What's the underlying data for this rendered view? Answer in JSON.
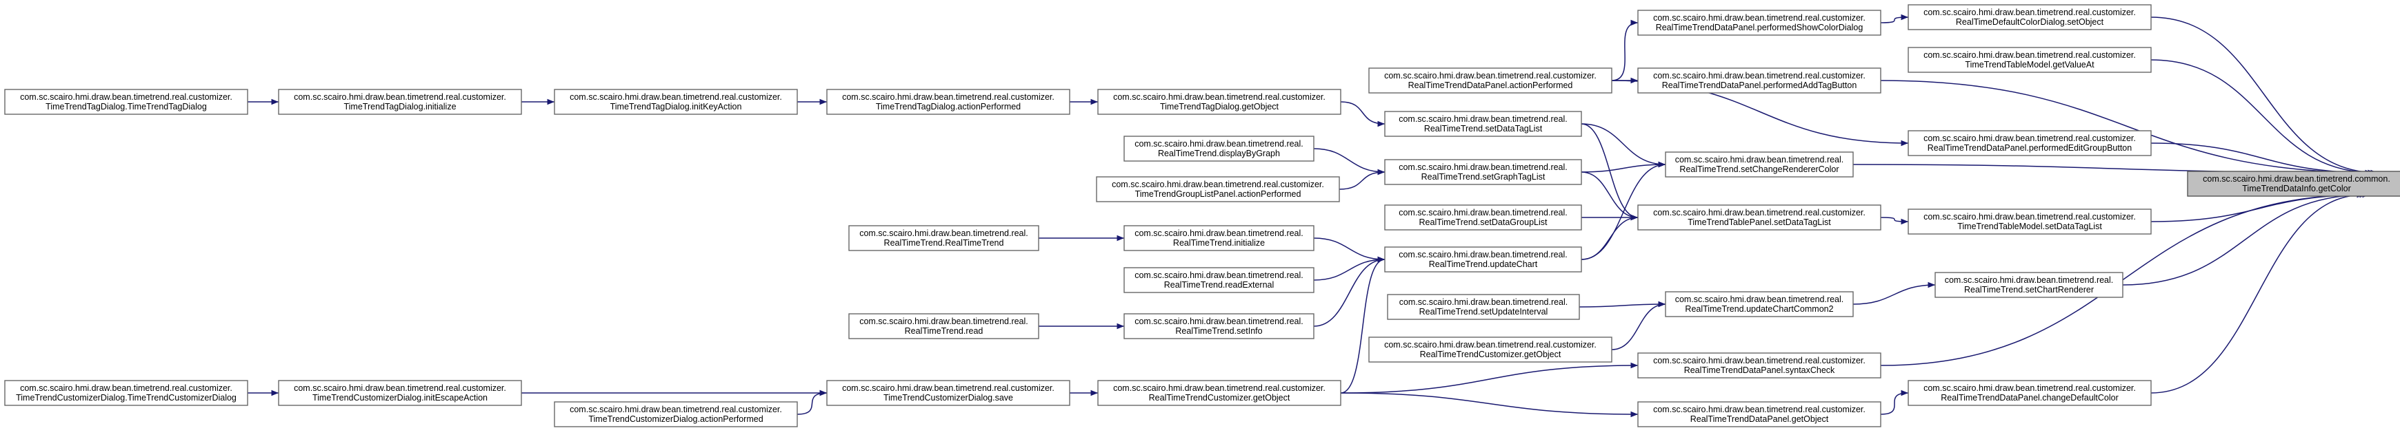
{
  "colors": {
    "edge": "#191970",
    "node_border": "#666666",
    "root_fill": "#bfbfbf"
  },
  "nodes": [
    {
      "id": "n0",
      "label": [
        "com.sc.scairo.hmi.draw.bean.timetrend.common.",
        "TimeTrendDataInfo.getColor"
      ],
      "root": true
    },
    {
      "id": "n1",
      "label": [
        "com.sc.scairo.hmi.draw.bean.timetrend.real.customizer.",
        "RealTimeDefaultColorDialog.setObject"
      ]
    },
    {
      "id": "n2",
      "label": [
        "com.sc.scairo.hmi.draw.bean.timetrend.real.customizer.",
        "TimeTrendTableModel.getValueAt"
      ]
    },
    {
      "id": "n3",
      "label": [
        "com.sc.scairo.hmi.draw.bean.timetrend.real.customizer.",
        "RealTimeTrendDataPanel.performedEditGroupButton"
      ]
    },
    {
      "id": "n4",
      "label": [
        "com.sc.scairo.hmi.draw.bean.timetrend.real.customizer.",
        "TimeTrendTableModel.setDataTagList"
      ]
    },
    {
      "id": "n5",
      "label": [
        "com.sc.scairo.hmi.draw.bean.timetrend.real.",
        "RealTimeTrend.setChartRenderer"
      ]
    },
    {
      "id": "n6",
      "label": [
        "com.sc.scairo.hmi.draw.bean.timetrend.real.customizer.",
        "RealTimeTrendDataPanel.changeDefaultColor"
      ]
    },
    {
      "id": "n7",
      "label": [
        "com.sc.scairo.hmi.draw.bean.timetrend.real.customizer.",
        "RealTimeTrendDataPanel.performedShowColorDialog"
      ]
    },
    {
      "id": "n8",
      "label": [
        "com.sc.scairo.hmi.draw.bean.timetrend.real.customizer.",
        "RealTimeTrendDataPanel.performedAddTagButton"
      ]
    },
    {
      "id": "n9",
      "label": [
        "com.sc.scairo.hmi.draw.bean.timetrend.real.",
        "RealTimeTrend.setChangeRendererColor"
      ]
    },
    {
      "id": "n10",
      "label": [
        "com.sc.scairo.hmi.draw.bean.timetrend.real.customizer.",
        "TimeTrendTablePanel.setDataTagList"
      ]
    },
    {
      "id": "n11",
      "label": [
        "com.sc.scairo.hmi.draw.bean.timetrend.real.",
        "RealTimeTrend.updateChartCommon2"
      ]
    },
    {
      "id": "n12",
      "label": [
        "com.sc.scairo.hmi.draw.bean.timetrend.real.customizer.",
        "RealTimeTrendDataPanel.syntaxCheck"
      ]
    },
    {
      "id": "n13",
      "label": [
        "com.sc.scairo.hmi.draw.bean.timetrend.real.customizer.",
        "RealTimeTrendDataPanel.getObject"
      ]
    },
    {
      "id": "n14",
      "label": [
        "com.sc.scairo.hmi.draw.bean.timetrend.real.customizer.",
        "RealTimeTrendDataPanel.actionPerformed"
      ]
    },
    {
      "id": "n15",
      "label": [
        "com.sc.scairo.hmi.draw.bean.timetrend.real.",
        "RealTimeTrend.setDataTagList"
      ]
    },
    {
      "id": "n16",
      "label": [
        "com.sc.scairo.hmi.draw.bean.timetrend.real.",
        "RealTimeTrend.setGraphTagList"
      ]
    },
    {
      "id": "n17",
      "label": [
        "com.sc.scairo.hmi.draw.bean.timetrend.real.",
        "RealTimeTrend.setDataGroupList"
      ]
    },
    {
      "id": "n18",
      "label": [
        "com.sc.scairo.hmi.draw.bean.timetrend.real.",
        "RealTimeTrend.updateChart"
      ]
    },
    {
      "id": "n19",
      "label": [
        "com.sc.scairo.hmi.draw.bean.timetrend.real.",
        "RealTimeTrend.setUpdateInterval"
      ]
    },
    {
      "id": "n20",
      "label": [
        "com.sc.scairo.hmi.draw.bean.timetrend.real.customizer.",
        "RealTimeTrendCustomizer.getObject"
      ]
    },
    {
      "id": "n21",
      "label": [
        "com.sc.scairo.hmi.draw.bean.timetrend.real.customizer.",
        "TimeTrendTagDialog.getObject"
      ]
    },
    {
      "id": "n22",
      "label": [
        "com.sc.scairo.hmi.draw.bean.timetrend.real.",
        "RealTimeTrend.displayByGraph"
      ]
    },
    {
      "id": "n23",
      "label": [
        "com.sc.scairo.hmi.draw.bean.timetrend.real.customizer.",
        "TimeTrendGroupListPanel.actionPerformed"
      ]
    },
    {
      "id": "n24",
      "label": [
        "com.sc.scairo.hmi.draw.bean.timetrend.real.",
        "RealTimeTrend.initialize"
      ]
    },
    {
      "id": "n25",
      "label": [
        "com.sc.scairo.hmi.draw.bean.timetrend.real.",
        "RealTimeTrend.readExternal"
      ]
    },
    {
      "id": "n26",
      "label": [
        "com.sc.scairo.hmi.draw.bean.timetrend.real.",
        "RealTimeTrend.setInfo"
      ]
    },
    {
      "id": "n27",
      "label": [
        "com.sc.scairo.hmi.draw.bean.timetrend.real.customizer.",
        "RealTimeTrendCustomizer.getObject"
      ]
    },
    {
      "id": "n28",
      "label": [
        "com.sc.scairo.hmi.draw.bean.timetrend.real.customizer.",
        "TimeTrendTagDialog.actionPerformed"
      ]
    },
    {
      "id": "n29",
      "label": [
        "com.sc.scairo.hmi.draw.bean.timetrend.real.",
        "RealTimeTrend.RealTimeTrend"
      ]
    },
    {
      "id": "n30",
      "label": [
        "com.sc.scairo.hmi.draw.bean.timetrend.real.",
        "RealTimeTrend.read"
      ]
    },
    {
      "id": "n31",
      "label": [
        "com.sc.scairo.hmi.draw.bean.timetrend.real.customizer.",
        "TimeTrendCustomizerDialog.save"
      ]
    },
    {
      "id": "n32",
      "label": [
        "com.sc.scairo.hmi.draw.bean.timetrend.real.customizer.",
        "TimeTrendTagDialog.initKeyAction"
      ]
    },
    {
      "id": "n33",
      "label": [
        "com.sc.scairo.hmi.draw.bean.timetrend.real.customizer.",
        "TimeTrendCustomizerDialog.initEscapeAction"
      ]
    },
    {
      "id": "n34",
      "label": [
        "com.sc.scairo.hmi.draw.bean.timetrend.real.customizer.",
        "TimeTrendCustomizerDialog.actionPerformed"
      ]
    },
    {
      "id": "n35",
      "label": [
        "com.sc.scairo.hmi.draw.bean.timetrend.real.customizer.",
        "TimeTrendTagDialog.initialize"
      ]
    },
    {
      "id": "n36",
      "label": [
        "com.sc.scairo.hmi.draw.bean.timetrend.real.customizer.",
        "TimeTrendTagDialog.TimeTrendTagDialog"
      ]
    },
    {
      "id": "n37",
      "label": [
        "com.sc.scairo.hmi.draw.bean.timetrend.real.customizer.",
        "TimeTrendCustomizerDialog.TimeTrendCustomizerDialog"
      ]
    }
  ],
  "edges": [
    [
      "n1",
      "n0"
    ],
    [
      "n2",
      "n0"
    ],
    [
      "n3",
      "n0"
    ],
    [
      "n4",
      "n0"
    ],
    [
      "n5",
      "n0"
    ],
    [
      "n6",
      "n0"
    ],
    [
      "n7",
      "n1"
    ],
    [
      "n10",
      "n4"
    ],
    [
      "n11",
      "n5"
    ],
    [
      "n13",
      "n6"
    ],
    [
      "n14",
      "n7"
    ],
    [
      "n14",
      "n8"
    ],
    [
      "n14",
      "n3"
    ],
    [
      "n9",
      "n0"
    ],
    [
      "n15",
      "n9"
    ],
    [
      "n16",
      "n9"
    ],
    [
      "n18",
      "n9"
    ],
    [
      "n15",
      "n10"
    ],
    [
      "n16",
      "n10"
    ],
    [
      "n17",
      "n10"
    ],
    [
      "n18",
      "n10"
    ],
    [
      "n19",
      "n11"
    ],
    [
      "n20",
      "n11"
    ],
    [
      "n12",
      "n0"
    ],
    [
      "n27",
      "n12"
    ],
    [
      "n27",
      "n13"
    ],
    [
      "n21",
      "n15"
    ],
    [
      "n22",
      "n16"
    ],
    [
      "n23",
      "n16"
    ],
    [
      "n24",
      "n18"
    ],
    [
      "n25",
      "n18"
    ],
    [
      "n26",
      "n18"
    ],
    [
      "n27",
      "n18"
    ],
    [
      "n28",
      "n21"
    ],
    [
      "n29",
      "n24"
    ],
    [
      "n30",
      "n26"
    ],
    [
      "n31",
      "n27"
    ],
    [
      "n32",
      "n28"
    ],
    [
      "n33",
      "n31"
    ],
    [
      "n34",
      "n31"
    ],
    [
      "n35",
      "n32"
    ],
    [
      "n36",
      "n35"
    ],
    [
      "n37",
      "n33"
    ],
    [
      "n8",
      "n0"
    ]
  ]
}
